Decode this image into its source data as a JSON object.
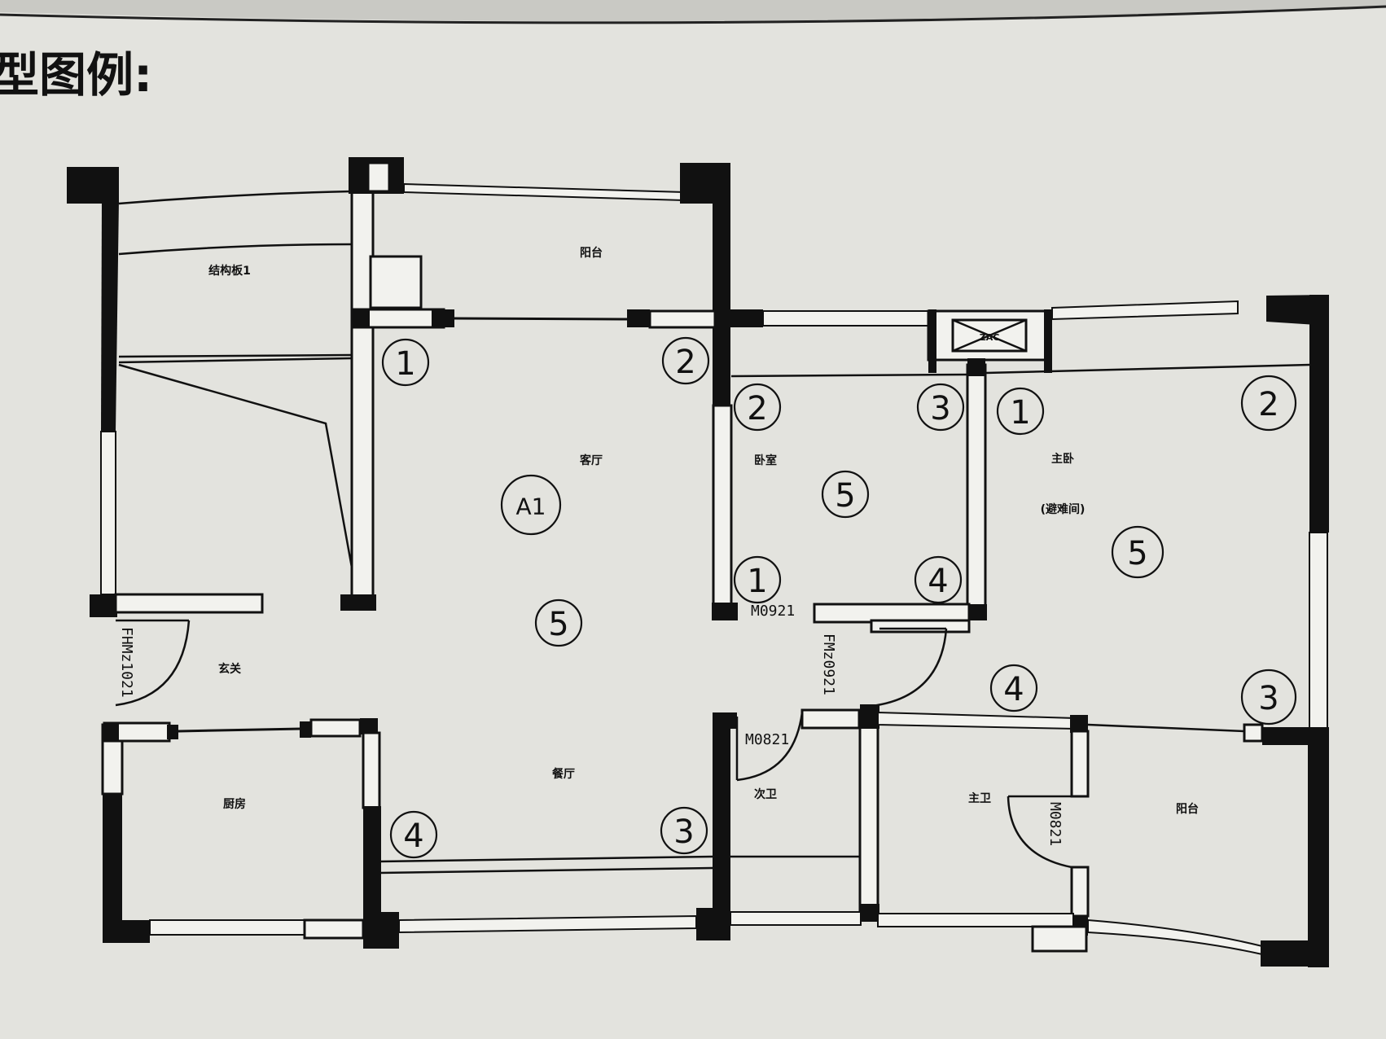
{
  "heading": "型图例:",
  "rooms": {
    "structure_board": "结构板1",
    "balcony_top": "阳台",
    "living_room": "客厅",
    "bedroom": "卧室",
    "master_bedroom": "主卧",
    "shelter_room": "(避难间)",
    "entrance": "玄关",
    "dining_room": "餐厅",
    "kitchen": "厨房",
    "second_bath": "次卫",
    "master_bath": "主卫",
    "balcony_bottom": "阳台",
    "ac_unit": "ZAC"
  },
  "doors": {
    "entry_door": "FHMz1021",
    "bedroom_door": "M0921",
    "master_door": "FMz0921",
    "second_bath_door": "M0821",
    "master_bath_door": "M0821"
  },
  "markers": {
    "living_area_code": "A1",
    "living_1": "1",
    "living_2": "2",
    "living_5": "5",
    "dining_4": "4",
    "dining_3": "3",
    "bedroom_2": "2",
    "bedroom_3": "3",
    "bedroom_5": "5",
    "bedroom_1": "1",
    "bedroom_4": "4",
    "master_1": "1",
    "master_2": "2",
    "master_5": "5",
    "master_4": "4",
    "master_3": "3"
  }
}
